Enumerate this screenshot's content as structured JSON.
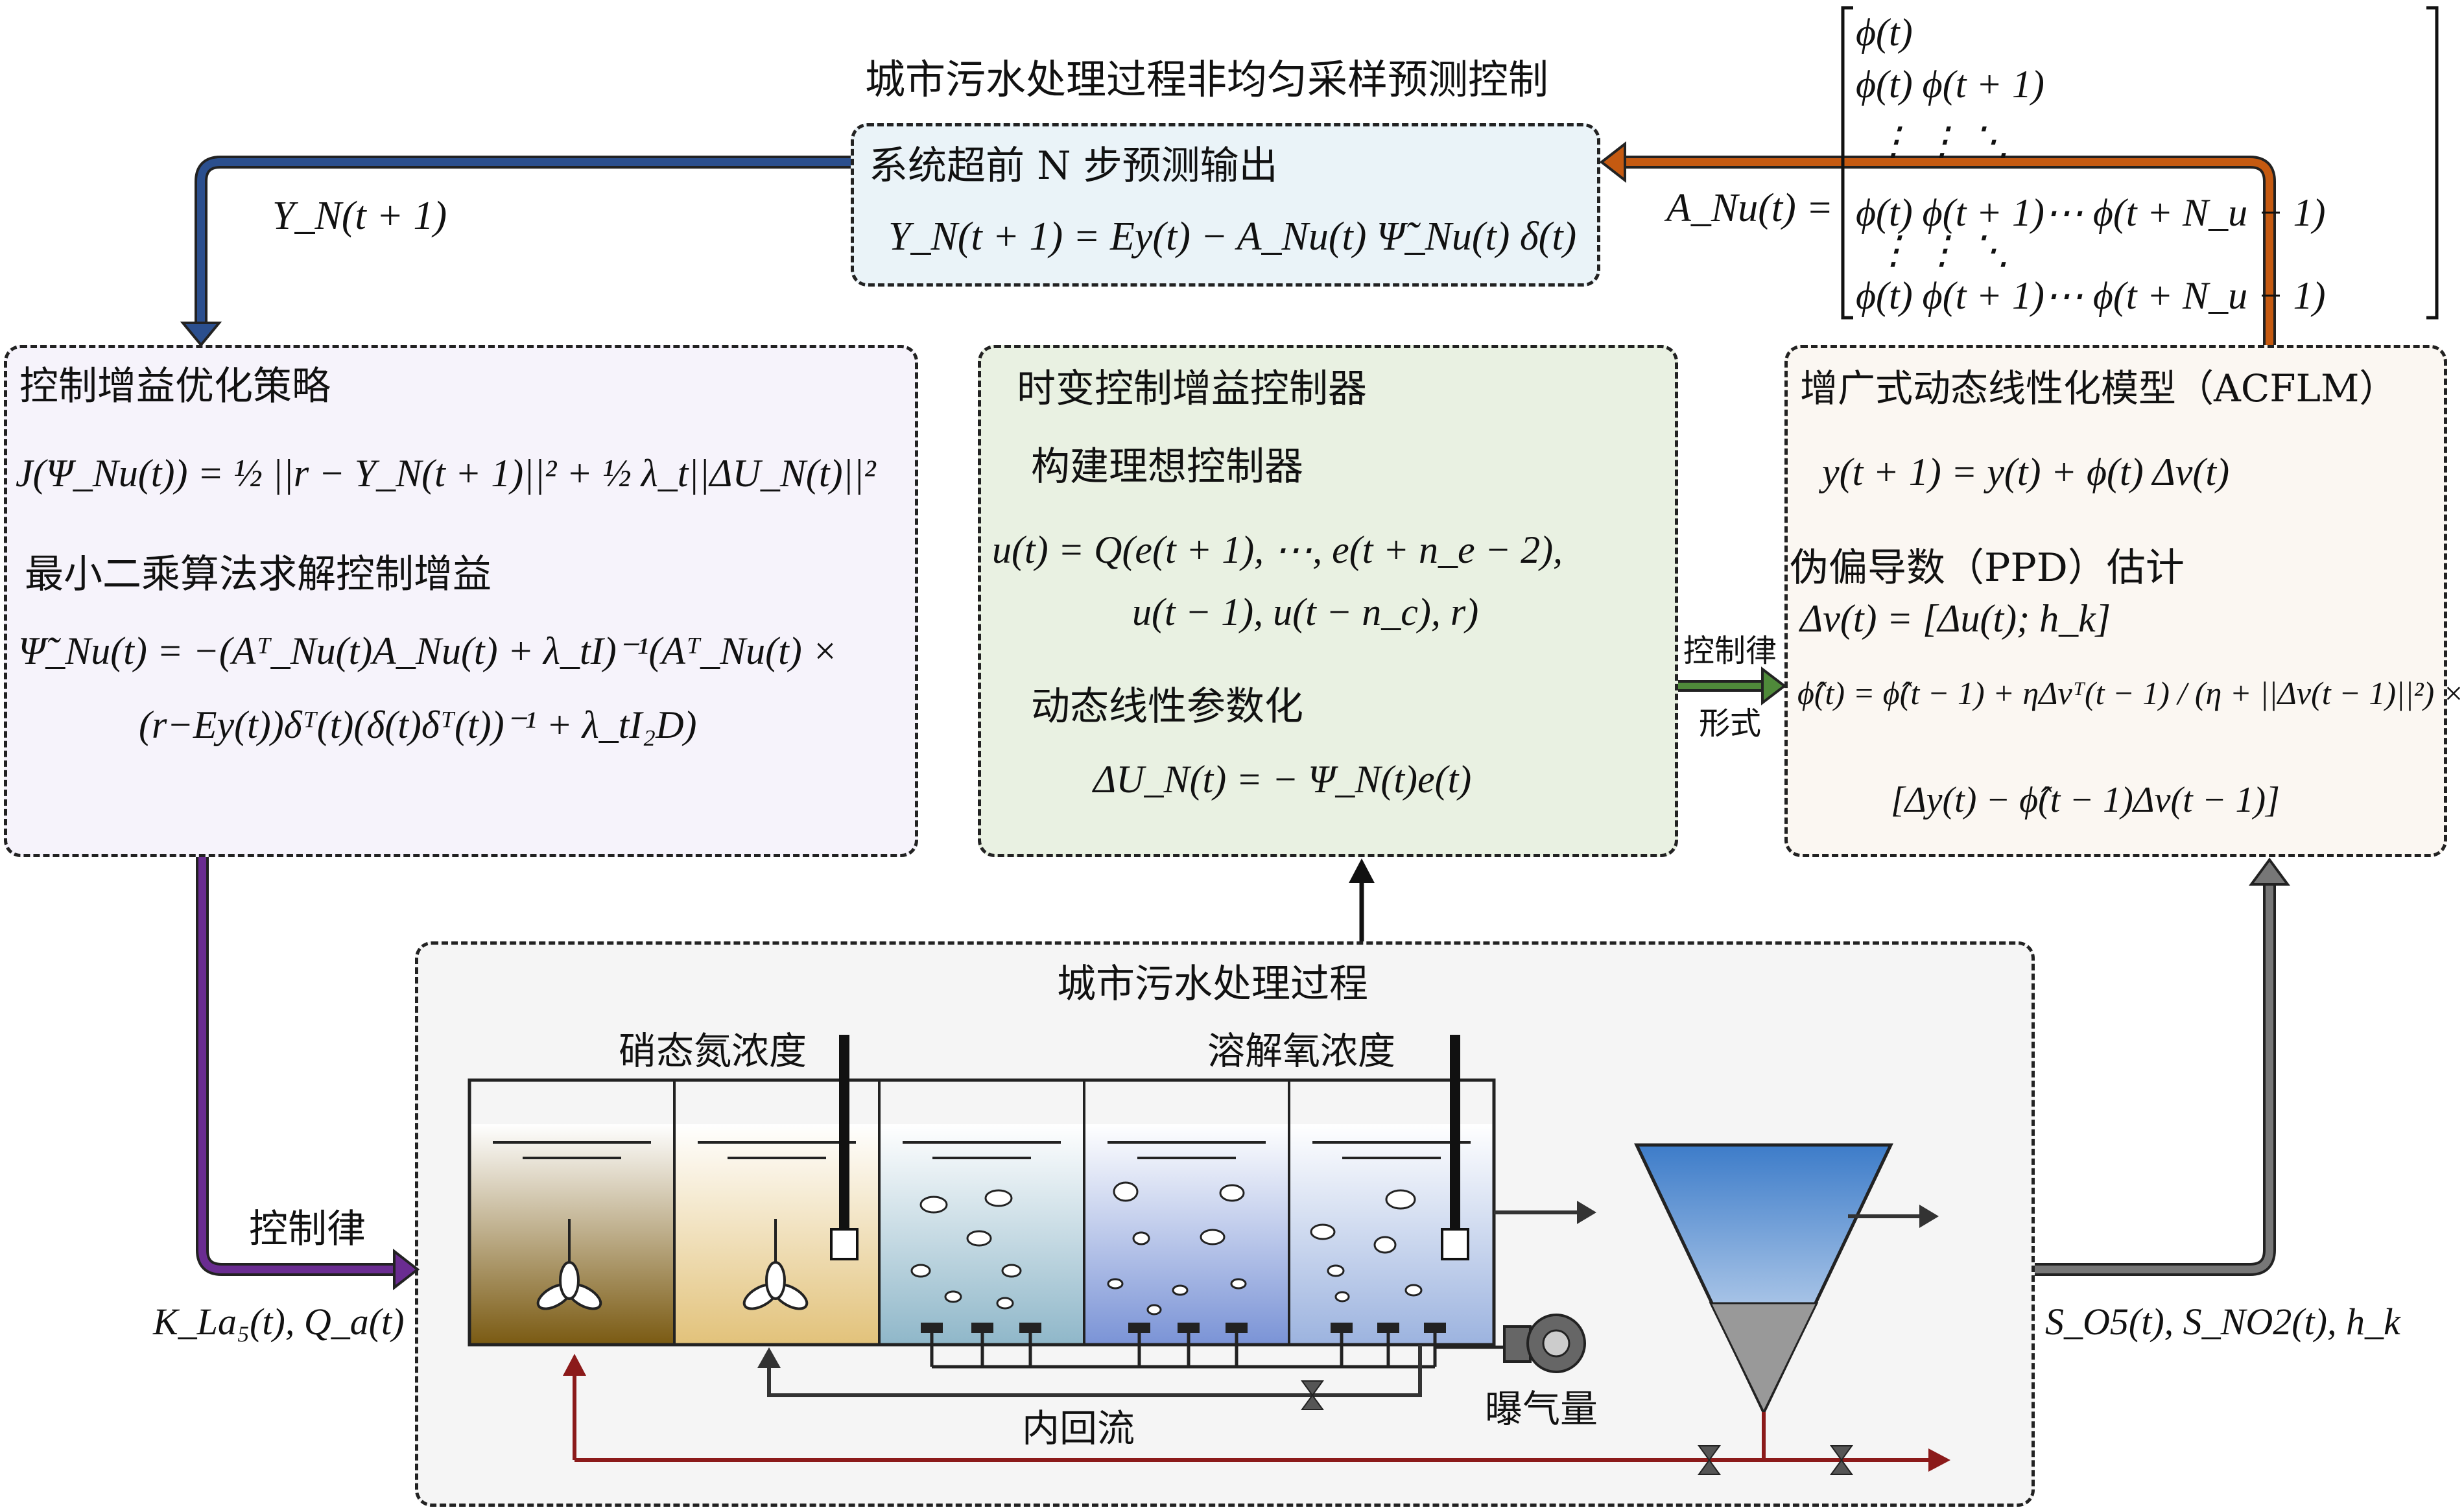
{
  "top": {
    "title": "城市污水处理过程非均匀采样预测控制",
    "predict_title": "系统超前 N 步预测输出",
    "predict_formula": "Y_N(t + 1) = Ey(t) − A_Nu(t) Ψ̃_Nu(t) δ(t)",
    "left_label": "Y_N(t + 1)",
    "matrix_label": "A_Nu(t) =",
    "matrix_rows": [
      "ϕ(t)",
      "ϕ(t)   ϕ(t + 1)",
      "⋮          ⋮        ⋱",
      "ϕ(t)   ϕ(t + 1)⋯ ϕ(t + N_u − 1)",
      "⋮          ⋮        ⋱",
      "ϕ(t)   ϕ(t + 1)⋯ ϕ(t + N_u − 1)"
    ]
  },
  "optimize": {
    "title": "控制增益优化策略",
    "formula1": "J(Ψ_Nu(t)) = ½ ||r − Y_N(t + 1)||² + ½ λ_t||ΔU_N(t)||²",
    "subtitle": "最小二乘算法求解控制增益",
    "formula2": "Ψ̃_Nu(t) = −(Aᵀ_Nu(t)A_Nu(t) + λ_tI)⁻¹(Aᵀ_Nu(t) ×",
    "formula3": "(r−Ey(t))δᵀ(t)(δ(t)δᵀ(t))⁻¹ + λ_tI₂D)"
  },
  "controller": {
    "title": "时变控制增益控制器",
    "subtitle1": "构建理想控制器",
    "formula1": "u(t) = Q(e(t + 1), ⋯, e(t + n_e − 2),",
    "formula2": "u(t − 1), u(t − n_c), r)",
    "subtitle2": "动态线性参数化",
    "formula3": "ΔU_N(t) = − Ψ_N(t)e(t)"
  },
  "model": {
    "title": "增广式动态线性化模型（ACFLM）",
    "formula1": "y(t + 1) = y(t) + ϕ(t) Δv(t)",
    "subtitle": "伪偏导数（PPD）估计",
    "formula2": "Δv(t) = [Δu(t); h_k]",
    "formula3": "ϕ̂(t) = ϕ̂(t − 1) + ηΔvᵀ(t − 1) / (η + ||Δv(t − 1)||²) ×",
    "formula4": "[Δy(t) − ϕ̂(t − 1)Δv(t − 1)]"
  },
  "links": {
    "law_top": "控制律",
    "law_bottom": "形式",
    "left_law": "控制律",
    "inputs": "K_La₅(t), Q_a(t)",
    "outputs": "S_O5(t), S_NO2(t), h_k"
  },
  "process": {
    "title": "城市污水处理过程",
    "nitrate": "硝态氮浓度",
    "oxygen": "溶解氧浓度",
    "aeration": "曝气量",
    "internal": "内回流"
  },
  "colors": {
    "blue_arrow": "#2b4f8e",
    "orange_arrow": "#c55a11",
    "purple_arrow": "#6a2c91",
    "green_arrow": "#4f8a3a",
    "gray_arrow": "#666666",
    "red_line": "#8b1a1a",
    "predict_fill": "#eaf3f8",
    "optimize_fill": "#f6f3fb",
    "controller_fill": "#e9f1e2",
    "model_fill": "#fbf7f2",
    "process_fill": "#f5f5f5"
  }
}
